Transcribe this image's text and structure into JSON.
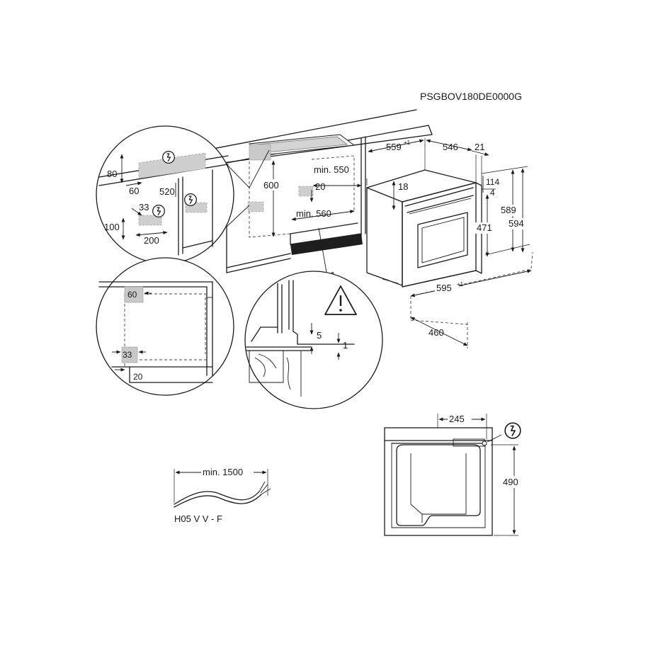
{
  "model_code": "PSGBOV180DE0000G",
  "oven_dims": {
    "width_top": "559",
    "width_top_tol": "+1",
    "depth": "546",
    "front": "21",
    "height_inner": "589",
    "height_outer": "594",
    "height_door": "471",
    "d114": "114",
    "d4": "4",
    "d18": "18",
    "width_bottom": "595",
    "width_bottom_tol": "+1",
    "depth_bottom": "460"
  },
  "niche_dims": {
    "height": "600",
    "min_depth": "min. 550",
    "gap": "20",
    "min_width": "min. 560"
  },
  "zoom_top_left": {
    "d80": "80",
    "d60": "60",
    "d520": "520",
    "d33": "33",
    "d100": "100",
    "d200": "200"
  },
  "zoom_mid_left": {
    "d60": "60",
    "d33": "33",
    "d20": "20"
  },
  "zoom_mid_center": {
    "d5": "5",
    "d1": "1"
  },
  "cable": {
    "length": "min. 1500",
    "type": "H05 V V - F"
  },
  "back_view": {
    "width": "245",
    "height": "490"
  },
  "icons": {
    "power": "power-plug-icon",
    "warning": "warning-triangle-icon"
  }
}
